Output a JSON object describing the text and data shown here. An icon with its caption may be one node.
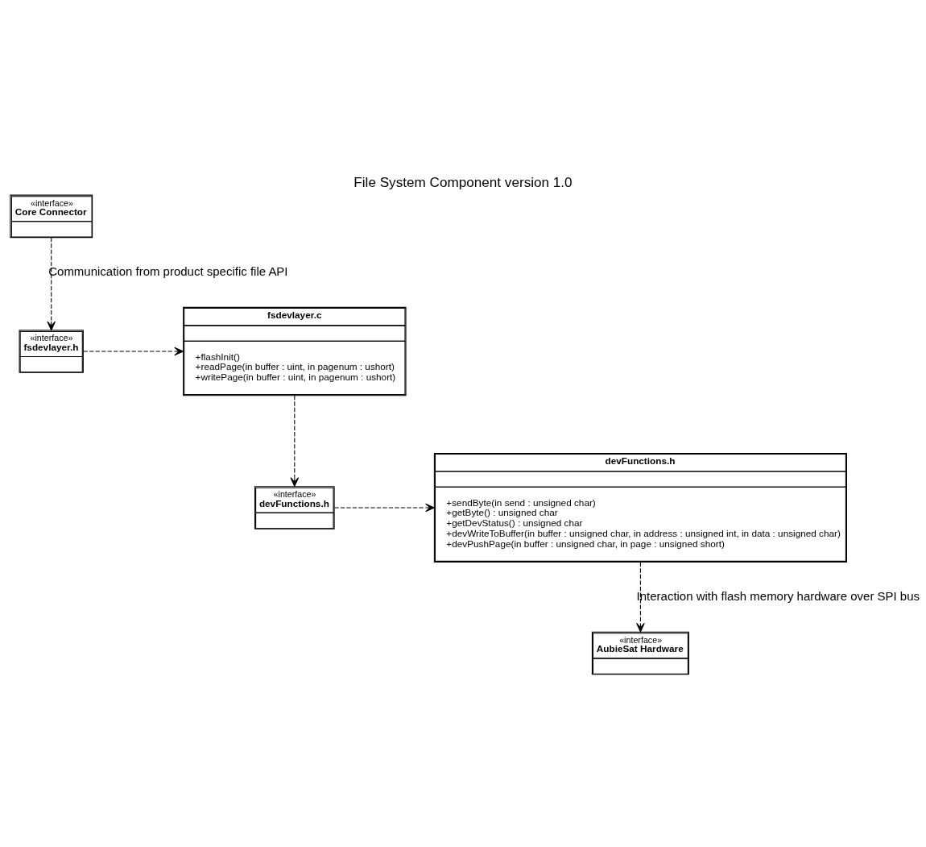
{
  "diagram": {
    "title": "File System Component version 1.0",
    "nodes": [
      {
        "text": [
          "«interface»",
          "Core Connector"
        ]
      },
      {
        "text": [
          "fsdevlayer.c",
          "+flashInit()",
          "+readPage(in buffer : uint, in pagenum : ushort)",
          "+writePage(in buffer : uint, in pagenum : ushort)"
        ]
      },
      {
        "text": [
          "«interface»",
          "fsdevlayer.h"
        ]
      },
      {
        "text": [
          "devFunctions.h",
          "+sendByte(in send : unsigned char)",
          "+getByte() : unsigned char",
          "+getDevStatus() : unsigned char",
          "+devWriteToBuffer(in buffer : unsigned char, in address : unsigned int, in data : unsigned char)",
          "+devPushPage(in buffer : unsigned char, in page : unsigned short)"
        ]
      },
      {
        "text": [
          "«interface»",
          "devFunctions.h"
        ]
      },
      {
        "text": [
          "«interface»",
          "AubieSat Hardware"
        ]
      }
    ],
    "edges": [
      {
        "from": 0,
        "to": 2,
        "arrow": "to",
        "style": "dashed",
        "label": "Communication from product specific file API"
      },
      {
        "from": 2,
        "to": 1,
        "arrow": "to",
        "style": "dashed"
      },
      {
        "from": 1,
        "to": 4,
        "arrow": "to",
        "style": "dashed"
      },
      {
        "from": 4,
        "to": 3,
        "arrow": "to",
        "style": "dashed"
      },
      {
        "from": 3,
        "to": 5,
        "arrow": "to",
        "style": "dashed",
        "label": "Interaction with flash memory hardware over SPI bus"
      }
    ]
  }
}
